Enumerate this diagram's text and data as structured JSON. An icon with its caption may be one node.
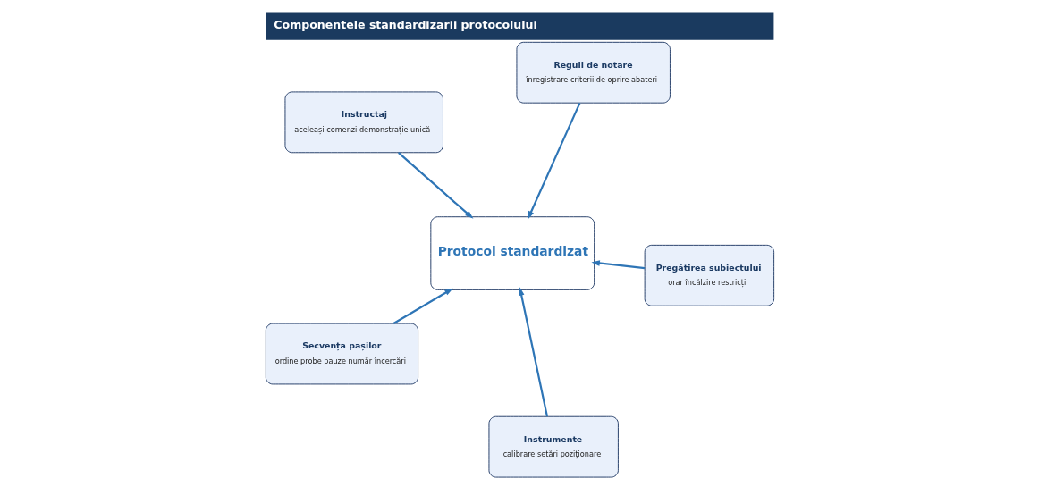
{
  "diagram": {
    "title": "Componentele standardizării protocolului",
    "nodes": [
      {
        "text": [
          "Instructaj",
          "aceleași comenzi demonstrație unică"
        ]
      },
      {
        "text": [
          "Pregătirea subiectului",
          "orar încălzire restricții"
        ]
      },
      {
        "text": [
          "Instrumente",
          "calibrare setări poziționare"
        ]
      },
      {
        "text": [
          "Protocol standardizat"
        ]
      },
      {
        "text": [
          "Reguli de notare",
          "înregistrare criterii de oprire abateri"
        ]
      },
      {
        "text": [
          "Secvența pașilor",
          "ordine probe pauze număr încercări"
        ]
      }
    ],
    "edges": [
      {
        "from": 1,
        "to": 3,
        "arrow": "to"
      },
      {
        "from": 0,
        "to": 3,
        "arrow": "to"
      },
      {
        "from": 2,
        "to": 3,
        "arrow": "to"
      },
      {
        "from": 4,
        "to": 3,
        "arrow": "to"
      },
      {
        "from": 5,
        "to": 3,
        "arrow": "to"
      }
    ]
  }
}
